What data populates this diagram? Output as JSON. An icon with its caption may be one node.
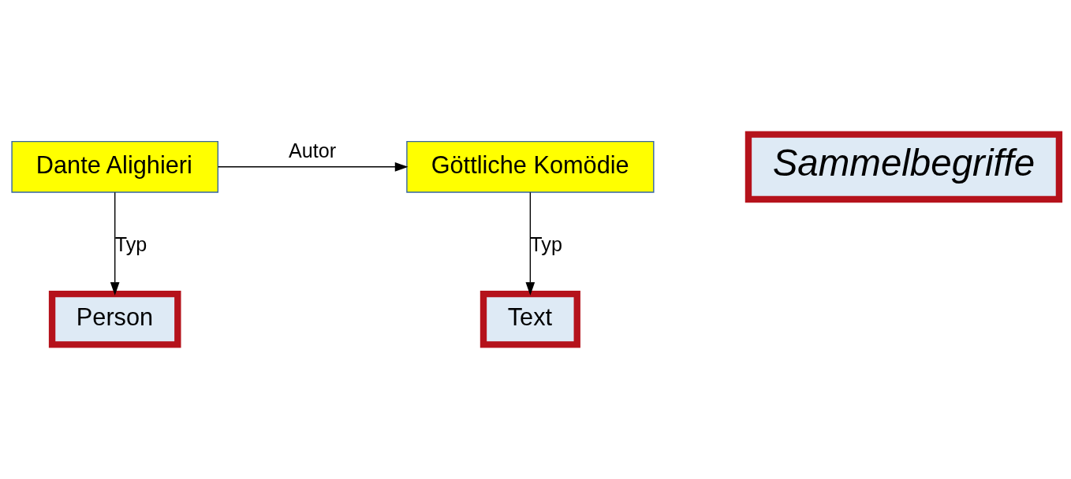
{
  "diagram": {
    "nodes": [
      {
        "text": [
          "Dante Alighieri"
        ]
      },
      {
        "text": [
          "Göttliche Komödie"
        ]
      },
      {
        "text": [
          "Person"
        ]
      },
      {
        "text": [
          "Text"
        ]
      },
      {
        "text": [
          "Sammelbegriffe"
        ]
      }
    ],
    "edges": [
      {
        "from": 0,
        "to": 1,
        "arrow": "to",
        "label": "Autor"
      },
      {
        "from": 0,
        "to": 2,
        "arrow": "to",
        "label": "Typ"
      },
      {
        "from": 1,
        "to": 3,
        "arrow": "to",
        "label": "Typ"
      }
    ]
  }
}
